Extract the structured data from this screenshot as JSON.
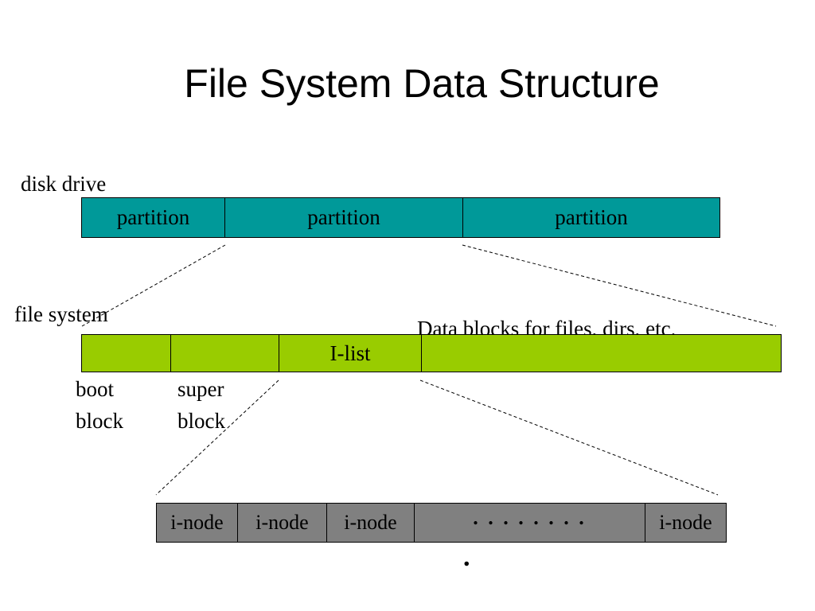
{
  "title": "File System Data Structure",
  "labels": {
    "disk_drive": "disk drive",
    "file_system": "file system",
    "data_blocks": "Data blocks for files, dirs, etc.",
    "boot_block_1": "boot",
    "boot_block_2": "block",
    "super_block_1": "super",
    "super_block_2": "block"
  },
  "disk": {
    "partitions": [
      "partition",
      "partition",
      "partition"
    ],
    "color": "#009999"
  },
  "file_system": {
    "ilist_label": "I-list",
    "color": "#99cc00"
  },
  "ilist": {
    "inodes": [
      "i-node",
      "i-node",
      "i-node",
      "i-node"
    ],
    "ellipsis": ". . . . . . . .",
    "ellipsis_tail": ".",
    "color": "#808080"
  }
}
